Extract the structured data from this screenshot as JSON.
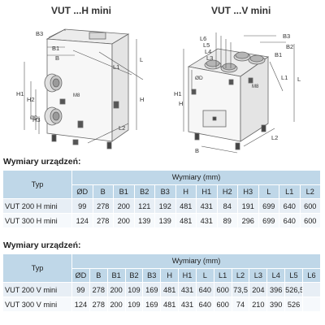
{
  "diagrams": {
    "left_title": "VUT ...H mini",
    "right_title": "VUT ...V mini",
    "left_labels": {
      "b3": "B3",
      "b1": "B1",
      "b": "B",
      "l1": "L1",
      "l": "L",
      "h1": "H1",
      "h2": "H2",
      "h3": "H3",
      "h": "H",
      "l2": "L2",
      "od": "ØD",
      "m8": "M8"
    },
    "right_labels": {
      "l6": "L6",
      "l5": "L5",
      "l4": "L4",
      "l3": "L3",
      "b3": "B3",
      "b2": "B2",
      "b1": "B1",
      "b": "B",
      "l1": "L1",
      "l": "L",
      "l2": "L2",
      "h1": "H1",
      "h": "H",
      "od": "ØD",
      "m8": "M8"
    }
  },
  "section1": {
    "title": "Wymiary urządzeń:",
    "typ": "Typ",
    "group": "Wymiary (mm)",
    "headers": [
      "ØD",
      "B",
      "B1",
      "B2",
      "B3",
      "H",
      "H1",
      "H2",
      "H3",
      "L",
      "L1",
      "L2"
    ],
    "rows": [
      [
        "VUT 200 H mini",
        "99",
        "278",
        "200",
        "121",
        "192",
        "481",
        "431",
        "84",
        "191",
        "699",
        "640",
        "600"
      ],
      [
        "VUT 300 H mini",
        "124",
        "278",
        "200",
        "139",
        "139",
        "481",
        "431",
        "89",
        "296",
        "699",
        "640",
        "600"
      ]
    ]
  },
  "section2": {
    "title": "Wymiary urządzeń:",
    "typ": "Typ",
    "group": "Wymiary (mm)",
    "headers": [
      "ØD",
      "B",
      "B1",
      "B2",
      "B3",
      "H",
      "H1",
      "L",
      "L1",
      "L2",
      "L3",
      "L4",
      "L5",
      "L6"
    ],
    "rows": [
      [
        "VUT 200 V mini",
        "99",
        "278",
        "200",
        "109",
        "169",
        "481",
        "431",
        "640",
        "600",
        "73,5",
        "204",
        "396",
        "526,5"
      ],
      [
        "VUT 300 V mini",
        "124",
        "278",
        "200",
        "109",
        "169",
        "481",
        "431",
        "640",
        "600",
        "74",
        "210",
        "390",
        "526"
      ]
    ]
  }
}
